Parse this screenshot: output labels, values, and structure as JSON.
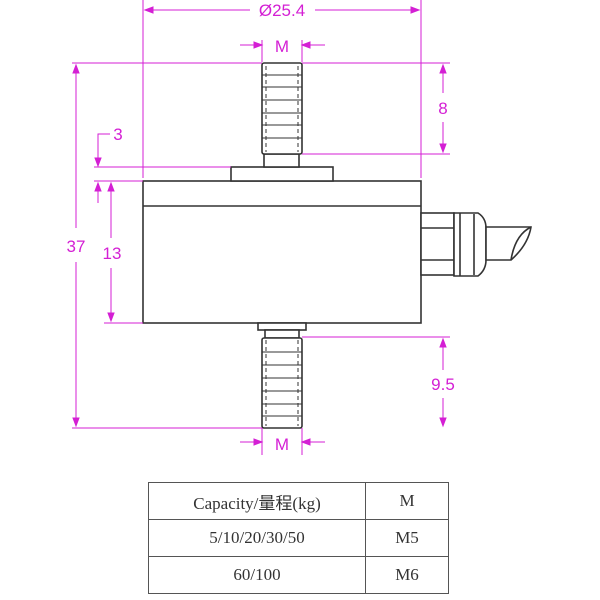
{
  "dimensions": {
    "diameter": "Ø25.4",
    "thread_top": "M",
    "thread_bottom": "M",
    "total_height": "37",
    "body_height": "13",
    "plate_thickness": "3",
    "top_thread_length": "8",
    "bottom_thread_length": "9.5"
  },
  "colors": {
    "dimension": "#d41fd4",
    "outline": "#333333"
  },
  "table": {
    "headers": [
      "Capacity/量程(kg)",
      "M"
    ],
    "rows": [
      [
        "5/10/20/30/50",
        "M5"
      ],
      [
        "60/100",
        "M6"
      ]
    ]
  }
}
